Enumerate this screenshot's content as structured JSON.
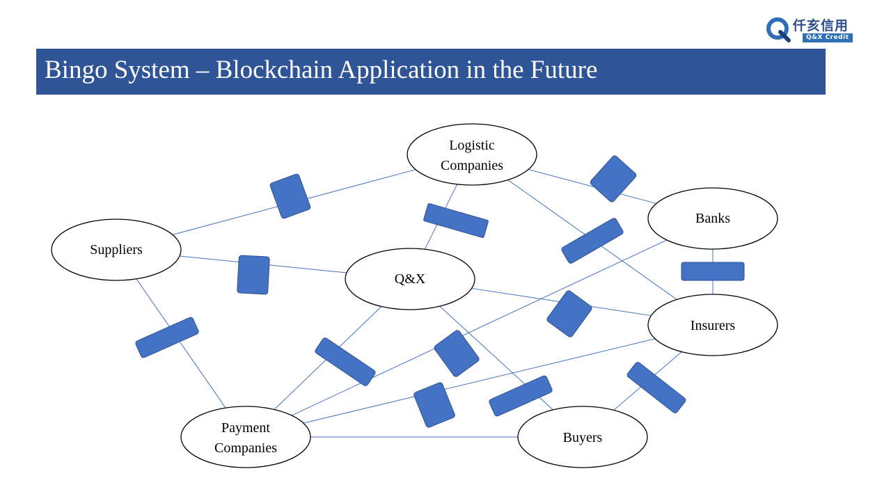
{
  "header": {
    "title": "Bingo System  –  Blockchain Application in the Future"
  },
  "logo": {
    "chinese": "仟亥信用",
    "english": "Q&X Credit",
    "icon": "q-logo-icon"
  },
  "diagram": {
    "nodes": {
      "logistic": [
        "Logistic",
        "Companies"
      ],
      "banks": [
        "Banks"
      ],
      "suppliers": [
        "Suppliers"
      ],
      "qx": [
        "Q&X"
      ],
      "insurers": [
        "Insurers"
      ],
      "payment": [
        "Payment",
        "Companies"
      ],
      "buyers": [
        "Buyers"
      ]
    },
    "connections": [
      [
        "suppliers",
        "logistic"
      ],
      [
        "logistic",
        "banks"
      ],
      [
        "logistic",
        "qx"
      ],
      [
        "logistic",
        "insurers"
      ],
      [
        "suppliers",
        "qx"
      ],
      [
        "suppliers",
        "payment"
      ],
      [
        "banks",
        "insurers"
      ],
      [
        "banks",
        "payment"
      ],
      [
        "qx",
        "insurers"
      ],
      [
        "qx",
        "payment"
      ],
      [
        "qx",
        "buyers"
      ],
      [
        "insurers",
        "payment"
      ],
      [
        "insurers",
        "buyers"
      ],
      [
        "payment",
        "buyers"
      ]
    ],
    "colors": {
      "line": "#4472c4",
      "block": "#4472c4",
      "block_border": "#2f528f"
    }
  }
}
